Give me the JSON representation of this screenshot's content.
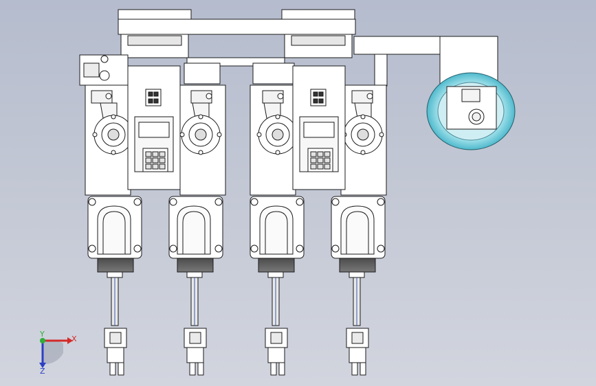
{
  "viewport": {
    "background_top": "#b5bccd",
    "background_bottom": "#d2d5de",
    "part_fill": "#ffffff",
    "edge_color": "#1a1a1a",
    "shade_color": "#5c5c5c",
    "wheel_color": "#77d3e2"
  },
  "triad": {
    "x_label": "X",
    "y_label": "Y",
    "z_label": "Z",
    "x_color": "#d42a2a",
    "y_color": "#2fae3a",
    "z_color": "#2c3fc4"
  }
}
